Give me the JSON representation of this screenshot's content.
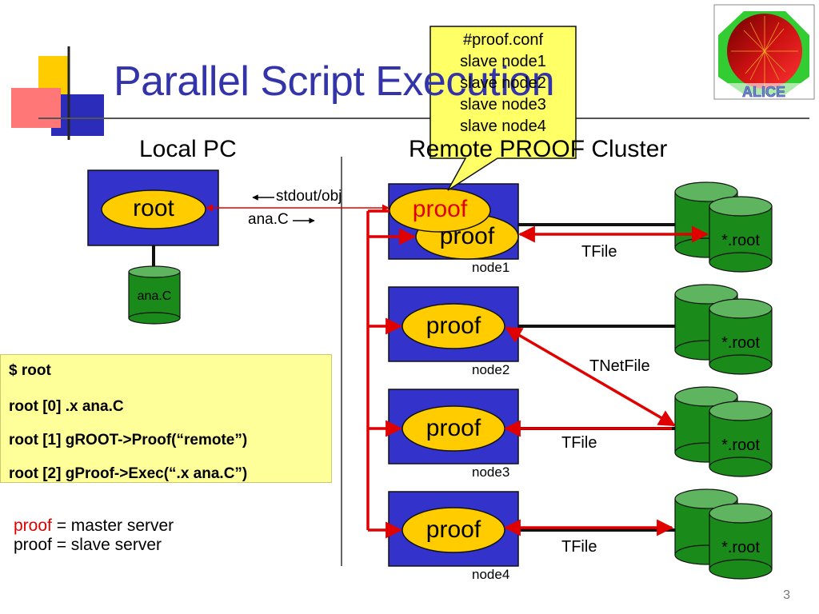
{
  "slide": {
    "title": "Parallel Script Execution",
    "page_number": "3"
  },
  "sections": {
    "local": "Local PC",
    "remote": "Remote PROOF Cluster"
  },
  "local_pc": {
    "root_label": "root",
    "file_label": "ana.C"
  },
  "connection_labels": {
    "stdout": "stdout/obj",
    "anac": "ana.C",
    "tfile_1": "TFile",
    "tnetfile": "TNetFile",
    "tfile_3": "TFile",
    "tfile_4": "TFile"
  },
  "master_label": "proof",
  "nodes": [
    {
      "name": "node1",
      "proof_label": "proof",
      "file_label": "*.root"
    },
    {
      "name": "node2",
      "proof_label": "proof",
      "file_label": "*.root"
    },
    {
      "name": "node3",
      "proof_label": "proof",
      "file_label": "*.root"
    },
    {
      "name": "node4",
      "proof_label": "proof",
      "file_label": "*.root"
    }
  ],
  "console": {
    "lines": [
      "$ root",
      "root [0] .x ana.C",
      "root [1] gROOT->Proof(“remote”)",
      "root [2] gProof->Exec(“.x ana.C”)"
    ]
  },
  "legend": {
    "master_word": "proof",
    "master_text": " = master server",
    "slave_text": "proof = slave server"
  },
  "callout": {
    "lines": [
      "#proof.conf",
      "slave node1",
      "slave node2",
      "slave node3",
      "slave node4"
    ]
  },
  "logo": {
    "text": "ALICE"
  },
  "colors": {
    "title": "#3333aa",
    "node_box": "#3333cc",
    "ellipse": "#ffcc00",
    "cylinder": "#1a8a1a",
    "cylinder_top": "#5fb55f",
    "arrow_red": "#e00000",
    "callout": "#ffff66",
    "console_bg": "#ffff99",
    "master_text": "#e00000"
  }
}
